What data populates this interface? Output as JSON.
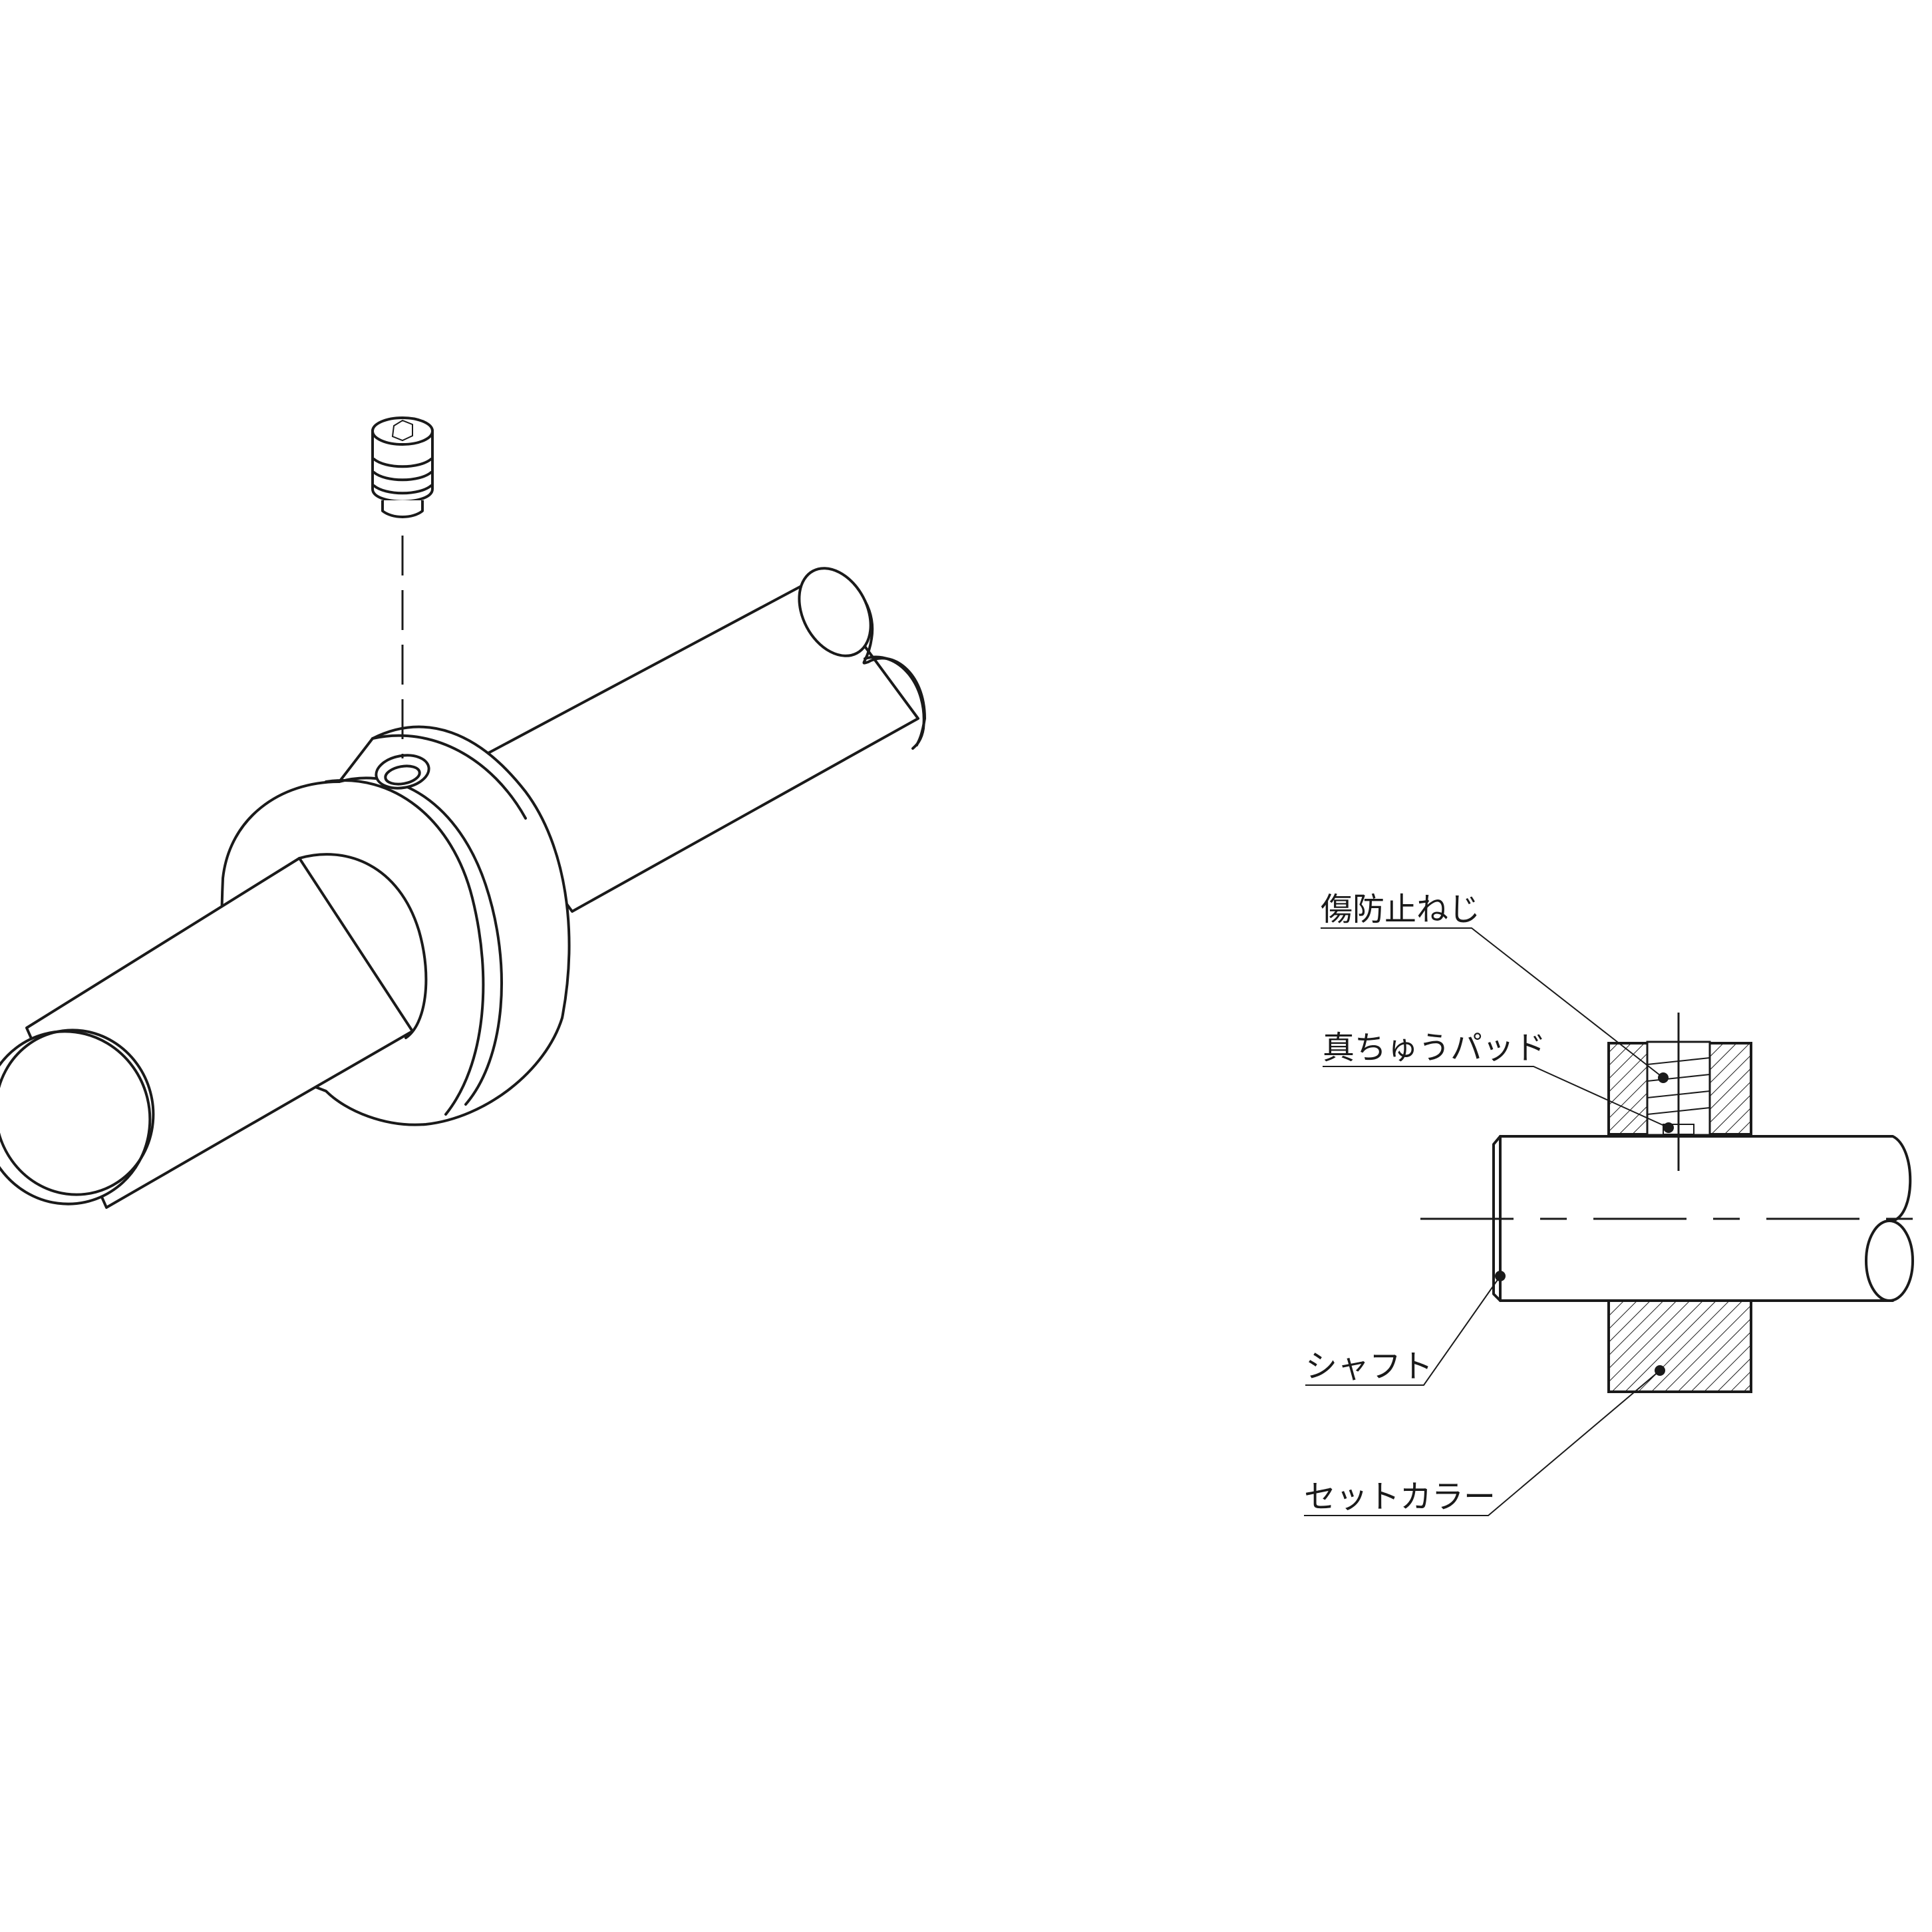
{
  "labels": {
    "set_screw": "傷防止ねじ",
    "brass_pad": "真ちゅうパッド",
    "shaft": "シャフト",
    "set_collar": "セットカラー"
  },
  "colors": {
    "line": "#1a1a1a",
    "background": "#ffffff"
  }
}
